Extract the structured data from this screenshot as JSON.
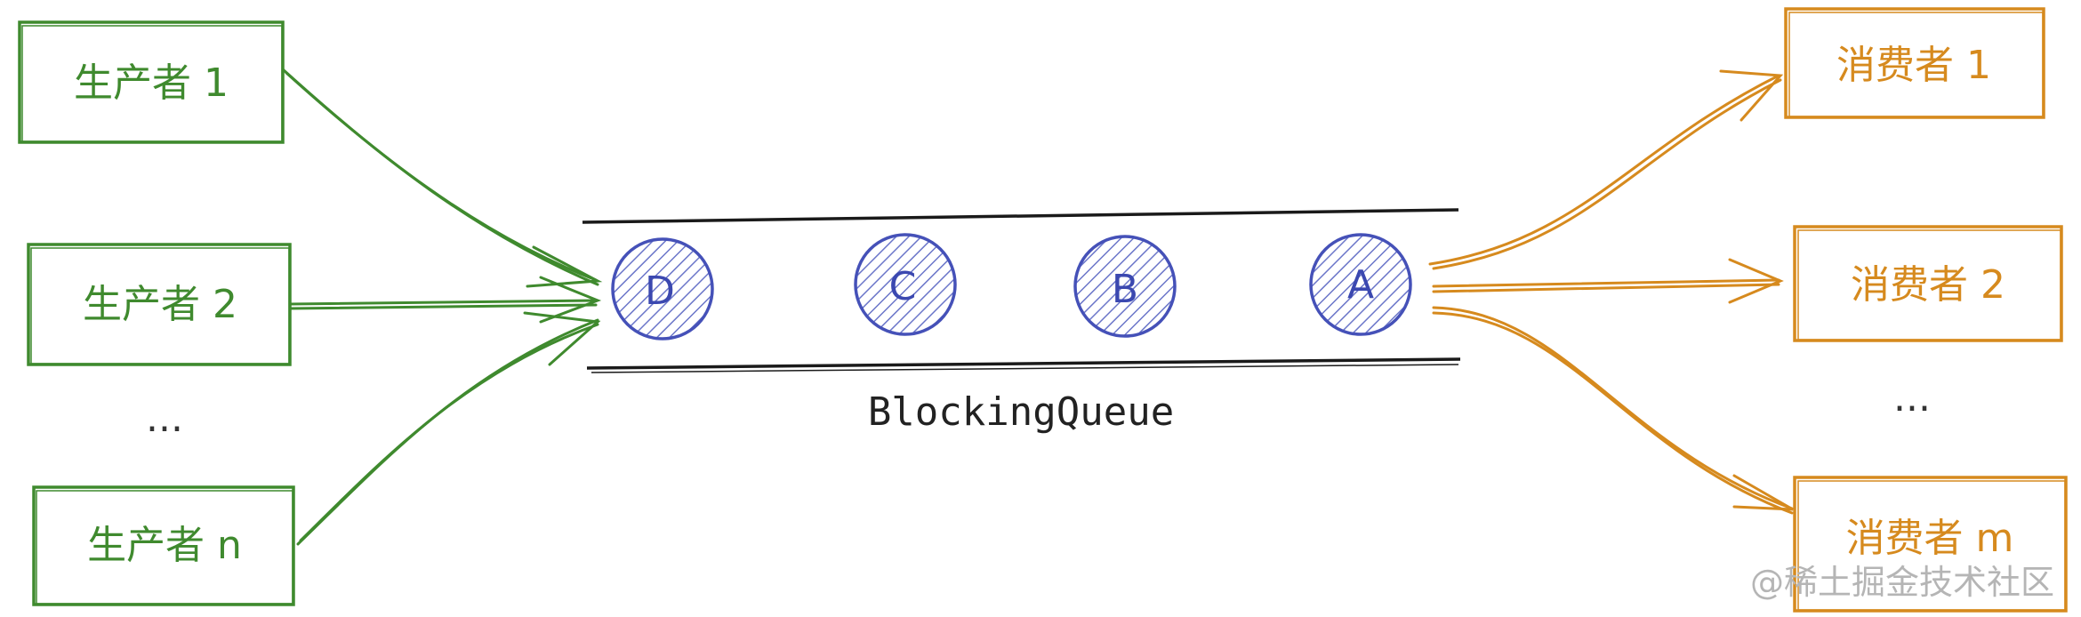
{
  "colors": {
    "producer": "#3f8a2e",
    "consumer": "#d68a1e",
    "queue_item": "#4551b8",
    "queue_line": "#1a1a1a",
    "watermark": "#b5b5b5"
  },
  "producers": [
    {
      "label": "生产者 1"
    },
    {
      "label": "生产者 2"
    },
    {
      "label": "..."
    },
    {
      "label": "生产者 n"
    }
  ],
  "queue": {
    "label": "BlockingQueue",
    "items": [
      "D",
      "C",
      "B",
      "A"
    ]
  },
  "consumers": [
    {
      "label": "消费者 1"
    },
    {
      "label": "消费者 2"
    },
    {
      "label": "..."
    },
    {
      "label": "消费者 m"
    }
  ],
  "watermark": "@稀土掘金技术社区"
}
